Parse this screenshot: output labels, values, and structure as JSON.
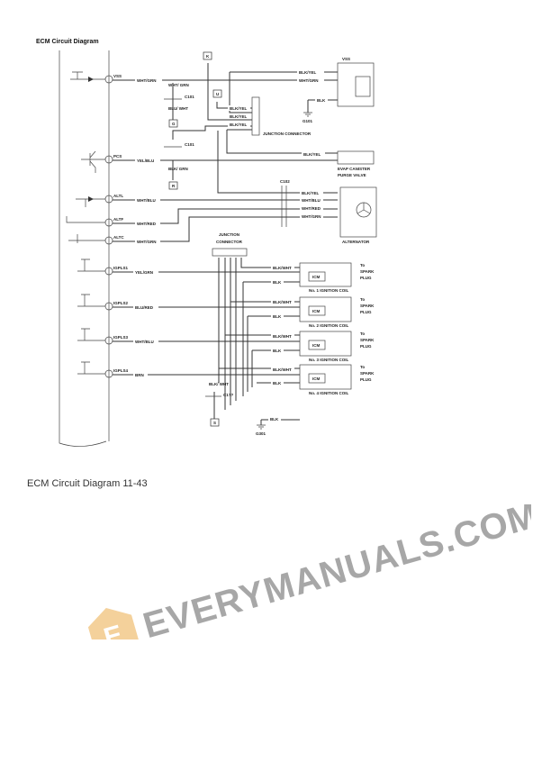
{
  "diagram": {
    "title": "ECM Circuit Diagram",
    "terminals": {
      "vss": "VSS",
      "pcs": "PCS",
      "altl": "ALTL",
      "altf": "ALTF",
      "altc": "ALTC",
      "igpls1": "IGPLS1",
      "igpls2": "IGPLS2",
      "igpls3": "IGPLS3",
      "igpls4": "IGPLS4"
    },
    "wires": {
      "vss": "WHT/GRN",
      "pcs": "YEL/BLU",
      "altl": "WHT/BLU",
      "altf": "WHT/RED",
      "altc": "WHT/GRN",
      "ig1": "YEL/GRN",
      "ig2": "BLU/RED",
      "ig3": "WHT/BLU",
      "ig4": "BRN"
    },
    "vss_sensor": {
      "label": "VSS",
      "w1": "BLK/YEL",
      "w2": "WHT/GRN",
      "w3": "BLK",
      "ground": "G101"
    },
    "c101a": {
      "label": "C101",
      "top": "WHT/ GRN",
      "bottom": "BLU/ WHT",
      "box": "G"
    },
    "c101b": {
      "label": "C101",
      "bottom": "BLK/ GRN",
      "box": "R"
    },
    "boxes": {
      "k": "K",
      "u": "U"
    },
    "junction1": {
      "label": "JUNCTION CONNECTOR",
      "w1": "BLK/YEL",
      "w2": "BLK/YEL",
      "w3": "BLK/YEL"
    },
    "evap": {
      "wire": "BLK/YEL",
      "label1": "EVAP CANISTER",
      "label2": "PURGE VALVE"
    },
    "alternator": {
      "connector": "C102",
      "w1": "BLK/YEL",
      "w2": "WHT/BLU",
      "w3": "WHT/RED",
      "w4": "WHT/GRN",
      "label": "ALTERNATOR"
    },
    "junction2": {
      "label1": "JUNCTION",
      "label2": "CONNECTOR"
    },
    "coils": [
      {
        "w1": "BLK/WHT",
        "w2": "BLK",
        "icm": "ICM",
        "label": "No. 1 IGNITION COIL",
        "to1": "To",
        "to2": "SPARK",
        "to3": "PLUG"
      },
      {
        "w1": "BLK/WHT",
        "w2": "BLK",
        "icm": "ICM",
        "label": "No. 2 IGNITION COIL",
        "to1": "To",
        "to2": "SPARK",
        "to3": "PLUG"
      },
      {
        "w1": "BLK/WHT",
        "w2": "BLK",
        "icm": "ICM",
        "label": "No. 3 IGNITION COIL",
        "to1": "To",
        "to2": "SPARK",
        "to3": "PLUG"
      },
      {
        "w1": "BLK/WHT",
        "w2": "BLK",
        "icm": "ICM",
        "label": "No. 4 IGNITION COIL",
        "to1": "To",
        "to2": "SPARK",
        "to3": "PLUG"
      }
    ],
    "bottom": {
      "connector": "C1??",
      "top": "BLK/ WHT",
      "box": "S",
      "ground_wire": "BLK",
      "ground": "G301"
    }
  },
  "watermark": "EVERYMANUALS.COM",
  "caption": "ECM Circuit Diagram 11-43"
}
